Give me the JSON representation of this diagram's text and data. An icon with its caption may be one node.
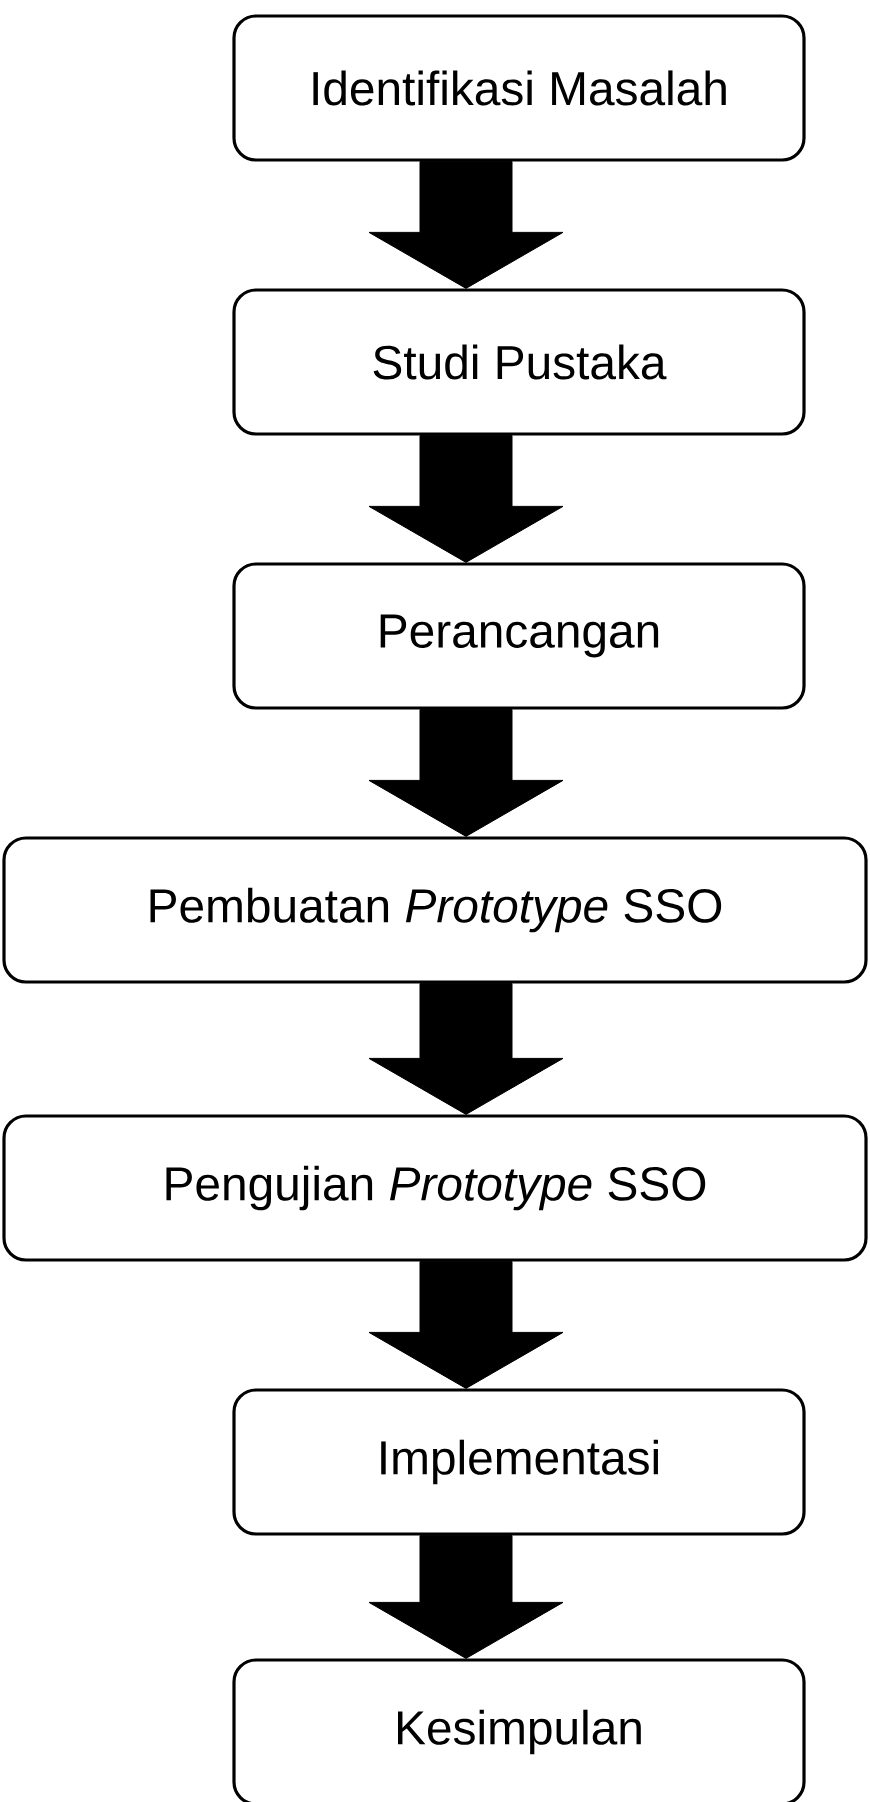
{
  "diagram": {
    "nodes": [
      {
        "text": [
          "Identifikasi Masalah"
        ]
      },
      {
        "text": [
          "Studi Pustaka"
        ]
      },
      {
        "text": [
          "Perancangan"
        ]
      },
      {
        "text": [
          "Pembuatan *Prototype* SSO"
        ]
      },
      {
        "text": [
          "Pengujian *Prototype* SSO"
        ]
      },
      {
        "text": [
          "Implementasi"
        ]
      },
      {
        "text": [
          "Kesimpulan"
        ]
      }
    ],
    "edges": [
      {
        "from": 0,
        "to": 1,
        "arrow": "to"
      },
      {
        "from": 1,
        "to": 2,
        "arrow": "to"
      },
      {
        "from": 2,
        "to": 3,
        "arrow": "to"
      },
      {
        "from": 3,
        "to": 4,
        "arrow": "to"
      },
      {
        "from": 4,
        "to": 5,
        "arrow": "to"
      },
      {
        "from": 5,
        "to": 6,
        "arrow": "to"
      }
    ]
  }
}
